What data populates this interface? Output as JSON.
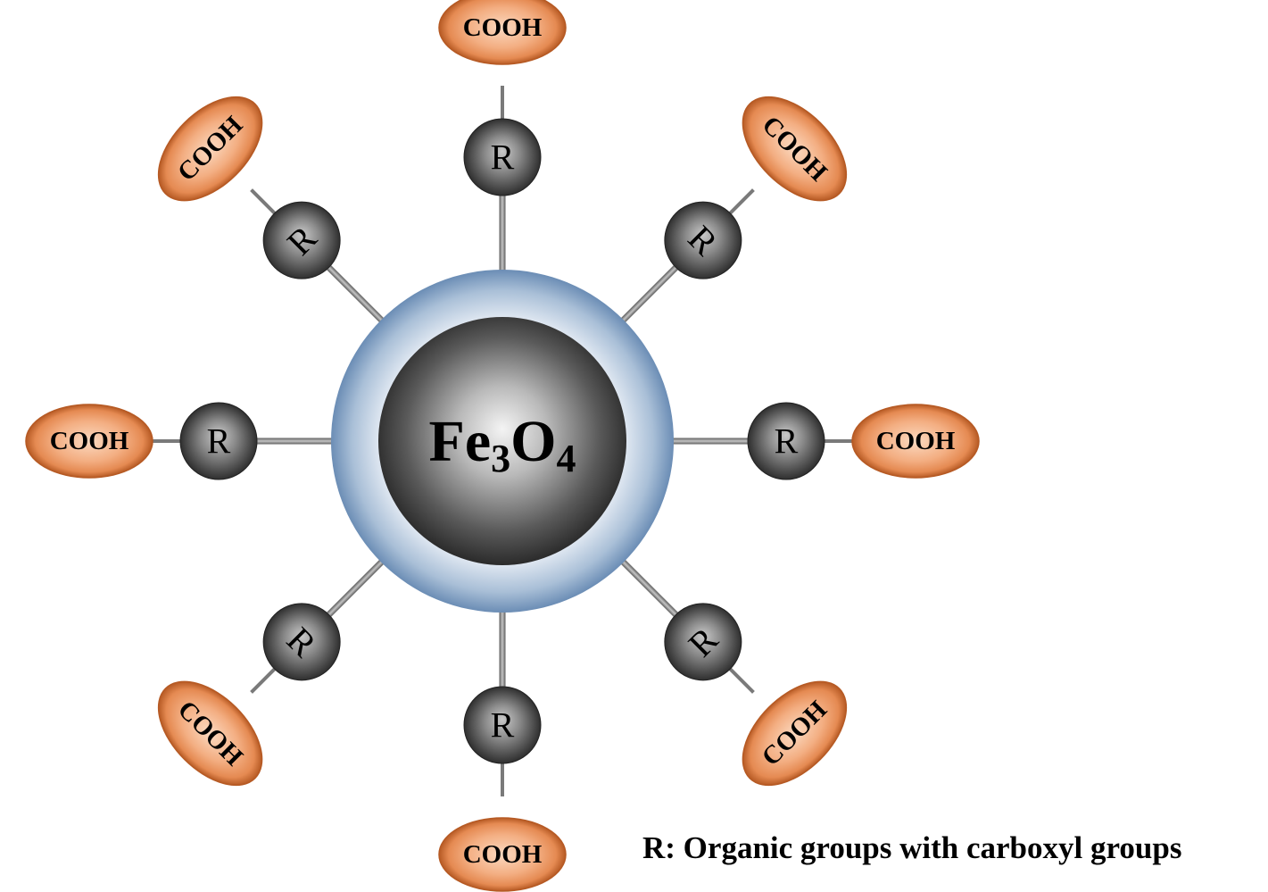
{
  "core": {
    "label_main": "Fe",
    "label_sub1": "3",
    "label_mid": "O",
    "label_sub2": "4"
  },
  "node_label": "R",
  "group_label": "COOH",
  "arms": [
    {
      "id": "n",
      "angle_deg": -90
    },
    {
      "id": "ne",
      "angle_deg": -45
    },
    {
      "id": "e",
      "angle_deg": 0
    },
    {
      "id": "se",
      "angle_deg": 45
    },
    {
      "id": "s",
      "angle_deg": 90
    },
    {
      "id": "sw",
      "angle_deg": 135
    },
    {
      "id": "w",
      "angle_deg": 180
    },
    {
      "id": "nw",
      "angle_deg": -135
    }
  ],
  "legend": {
    "text": "R: Organic groups with carboxyl groups"
  },
  "colors": {
    "shell_outer": "#6b8db5",
    "shell_inner": "#e8eef6",
    "core_dark": "#3a3a3a",
    "core_light": "#f2f2f2",
    "node_dark": "#2e2e2e",
    "node_light": "#bcbcbc",
    "group_fill": "#ef9d6e",
    "group_light": "#f8caa8",
    "group_edge": "#b65a24",
    "connector": "#7a7a7a"
  }
}
